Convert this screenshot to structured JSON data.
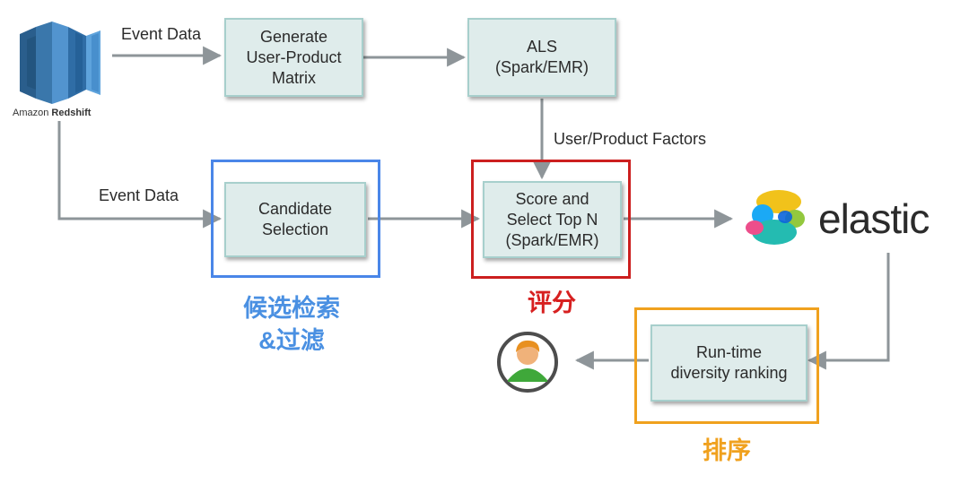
{
  "colors": {
    "box_fill": "#dfeceb",
    "box_border": "#a7cfcc",
    "arrow": "#8e9599",
    "blue_frame": "#4a86e8",
    "red_frame": "#cc1f1f",
    "orange_frame": "#f0a11e",
    "blue_text": "#4a90e2",
    "red_text": "#d72020",
    "orange_text": "#f0a11e"
  },
  "source": {
    "brand_prefix": "Amazon",
    "brand_name": "Redshift",
    "icon": "amazon-redshift-icon"
  },
  "edges": {
    "event_data_top": "Event Data",
    "event_data_bottom": "Event Data",
    "factors": "User/Product Factors"
  },
  "nodes": {
    "generate_matrix": "Generate\nUser-Product\nMatrix",
    "als": "ALS\n(Spark/EMR)",
    "candidate_selection": "Candidate\nSelection",
    "score_select": "Score and\nSelect Top N\n(Spark/EMR)",
    "diversity_ranking": "Run-time\ndiversity ranking"
  },
  "annotations": {
    "candidate": "候选检索\n&过滤",
    "scoring": "评分",
    "ranking": "排序"
  },
  "elastic": {
    "text": "elastic",
    "icon": "elastic-logo-icon"
  },
  "user": {
    "icon": "user-avatar-icon"
  }
}
